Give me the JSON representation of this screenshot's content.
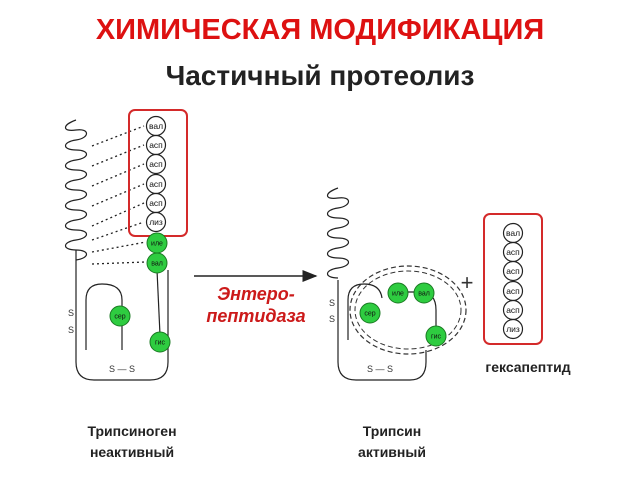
{
  "title": "ХИМИЧЕСКАЯ МОДИФИКАЦИЯ",
  "subtitle": "Частичный протеолиз",
  "trypsinogen": {
    "hexapeptide_residues": [
      "вал",
      "асп",
      "асп",
      "асп",
      "асп",
      "лиз"
    ],
    "green_residues": [
      "иле",
      "вал",
      "сер",
      "гис"
    ],
    "disulfide": "S — S",
    "side_s1": "S",
    "side_s2": "S",
    "label_line1": "Трипсиноген",
    "label_line2": "неактивный"
  },
  "enzyme": {
    "line1": "Энтеро-",
    "line2": "пептидаза"
  },
  "trypsin": {
    "green_residues": [
      "иле",
      "вал",
      "сер",
      "гис"
    ],
    "disulfide": "S — S",
    "side_s1": "S",
    "side_s2": "S",
    "label_line1": "Трипсин",
    "label_line2": "активный"
  },
  "plus_sign": "+",
  "hexapeptide": {
    "residues": [
      "вал",
      "асп",
      "асп",
      "асп",
      "асп",
      "лиз"
    ],
    "label": "гексапептид"
  },
  "colors": {
    "title": "#dd1111",
    "highlight_box": "#d42a2a",
    "active_residue": "#2ecc40",
    "enzyme_text": "#cc1a1a"
  }
}
